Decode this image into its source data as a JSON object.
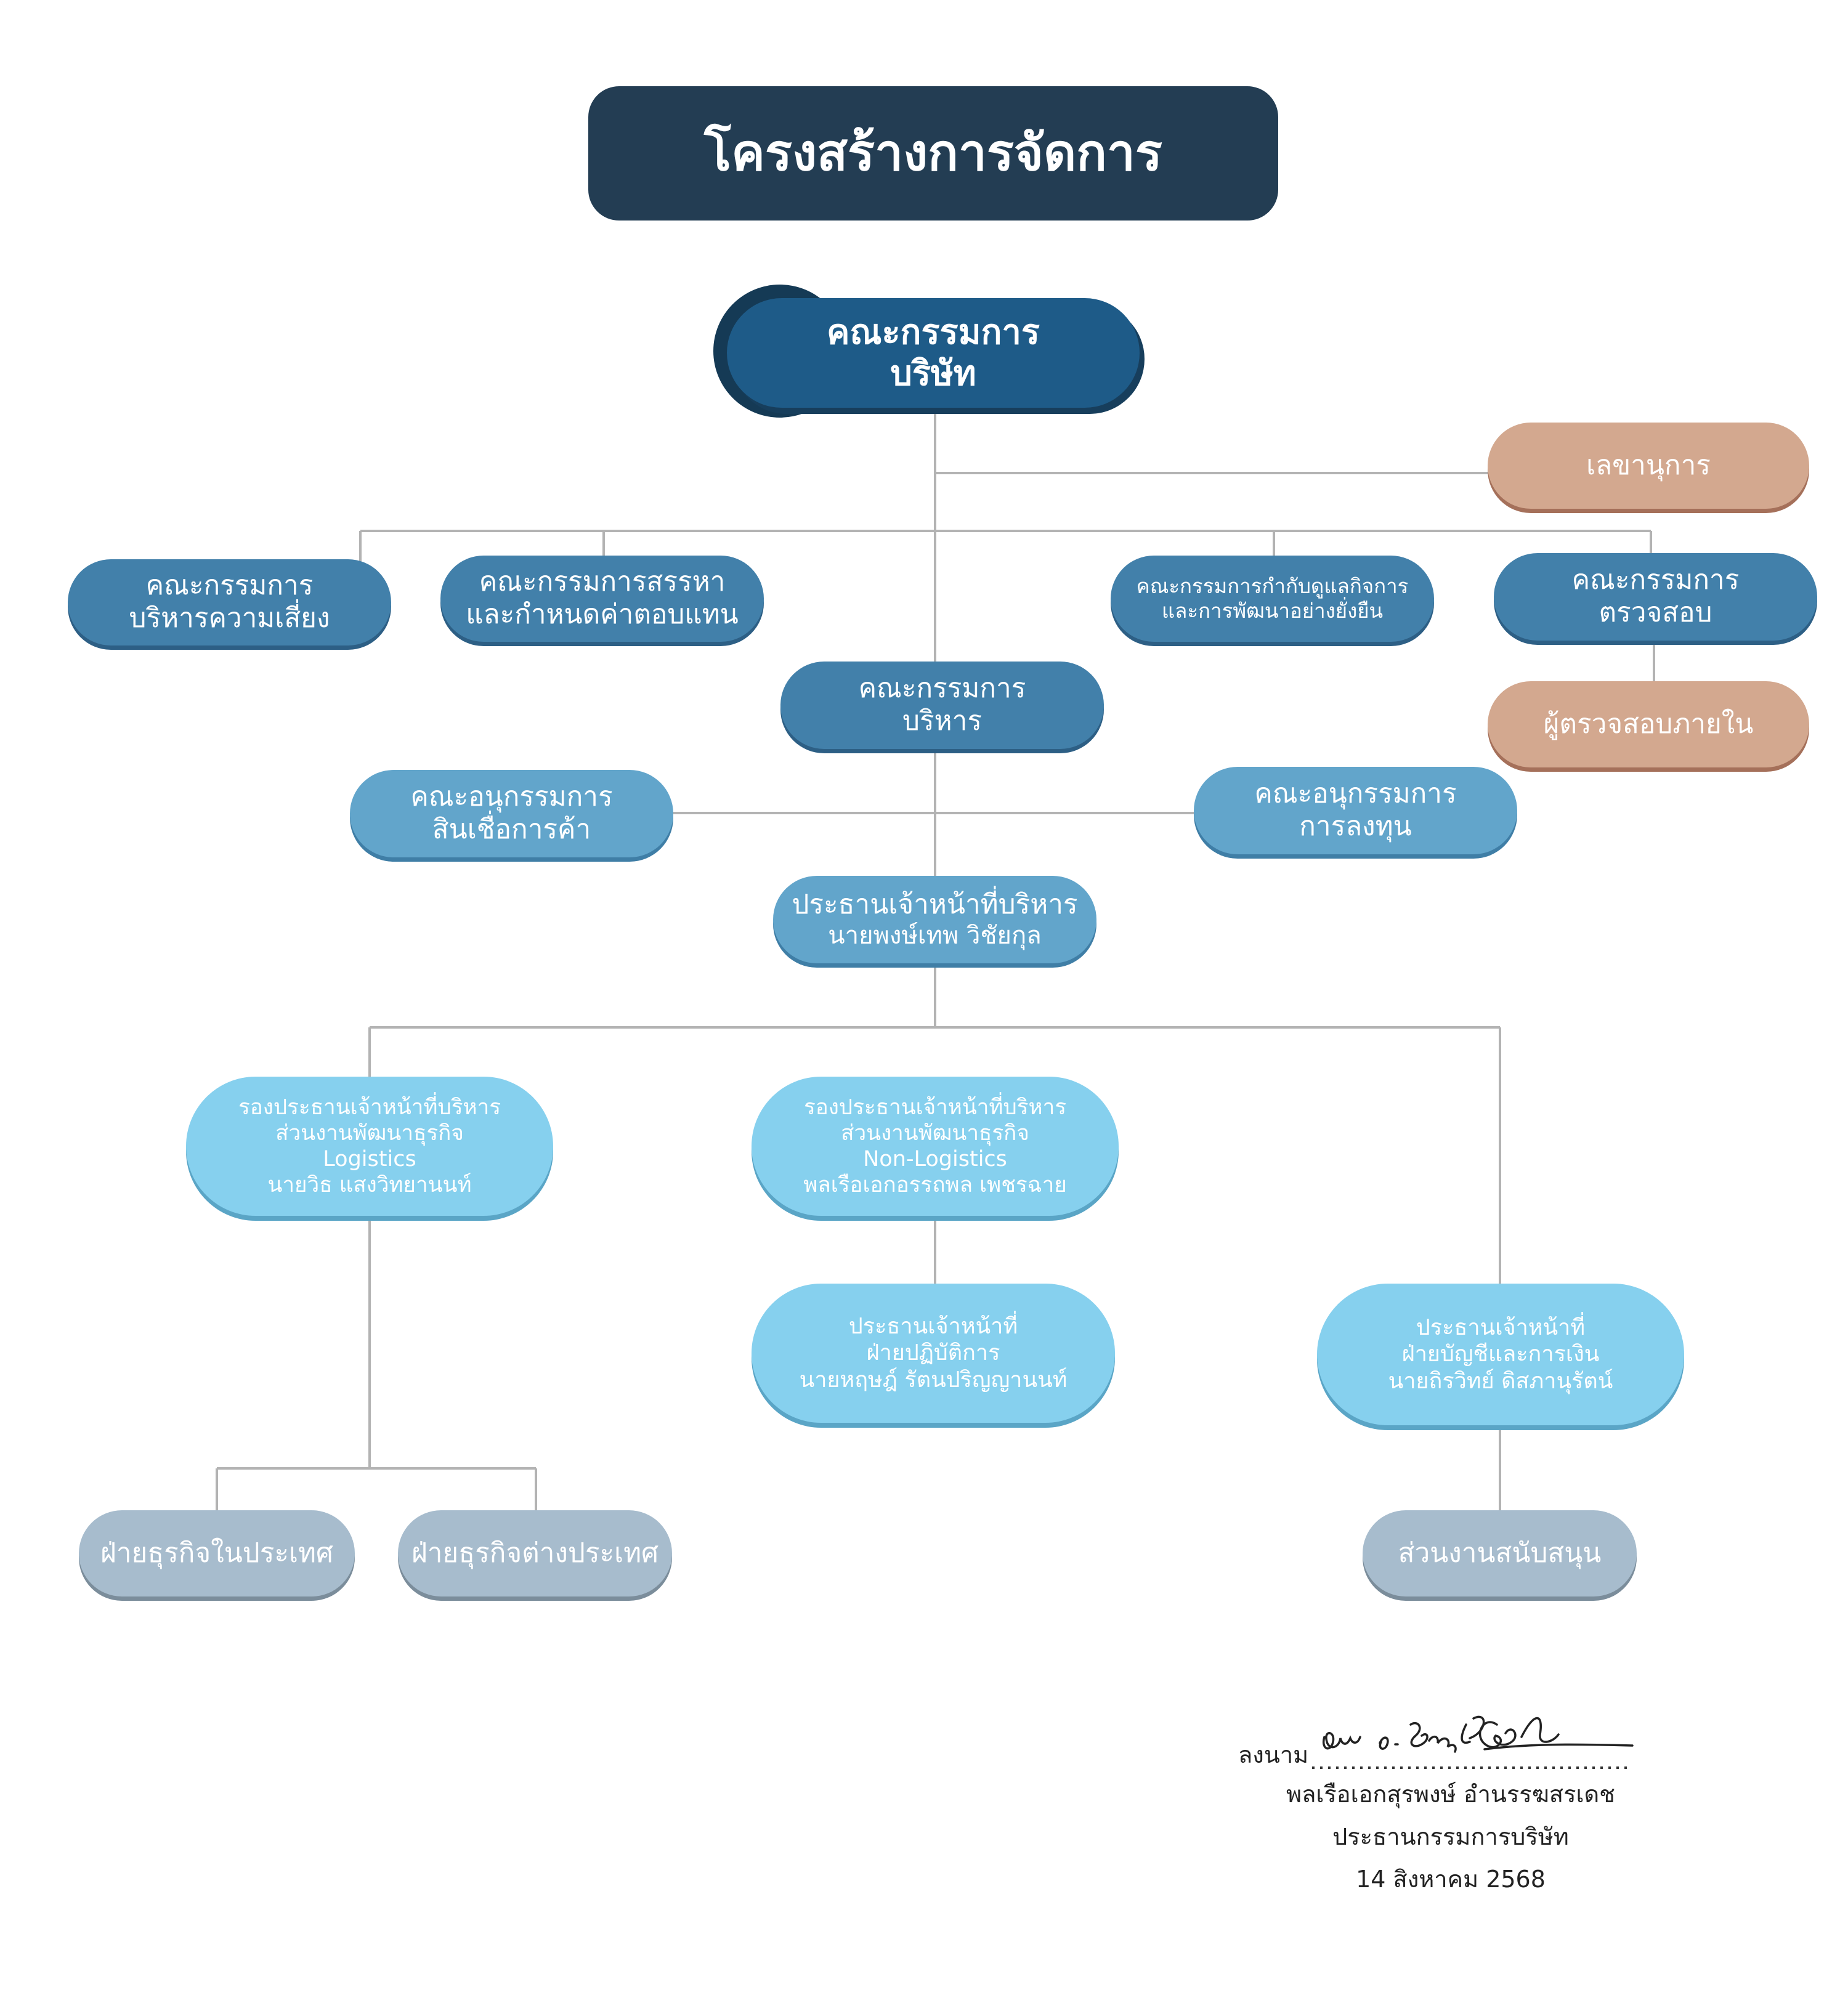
{
  "title": "โครงสร้างการจัดการ",
  "board": {
    "line1": "คณะกรรมการ",
    "line2": "บริษัท"
  },
  "secretary": "เลขานุการ",
  "risk_committee": {
    "line1": "คณะกรรมการ",
    "line2": "บริหารความเสี่ยง"
  },
  "nomination_committee": {
    "line1": "คณะกรรมการสรรหา",
    "line2": "และกำหนดค่าตอบแทน"
  },
  "governance_committee": {
    "line1": "คณะกรรมการกำกับดูแลกิจการ",
    "line2": "และการพัฒนาอย่างยั่งยืน"
  },
  "audit_committee": {
    "line1": "คณะกรรมการ",
    "line2": "ตรวจสอบ"
  },
  "internal_audit": "ผู้ตรวจสอบภายใน",
  "executive_committee": {
    "line1": "คณะกรรมการ",
    "line2": "บริหาร"
  },
  "credit_subcommittee": {
    "line1": "คณะอนุกรรมการ",
    "line2": "สินเชื่อการค้า"
  },
  "investment_subcommittee": {
    "line1": "คณะอนุกรรมการ",
    "line2": "การลงทุน"
  },
  "ceo": {
    "line1": "ประธานเจ้าหน้าที่บริหาร",
    "line2": "นายพงษ์เทพ วิชัยกุล"
  },
  "deputy_logistics": {
    "line1": "รองประธานเจ้าหน้าที่บริหาร",
    "line2": "ส่วนงานพัฒนาธุรกิจ",
    "line3": "Logistics",
    "line4": "นายวิธ แสงวิทยานนท์"
  },
  "deputy_non_logistics": {
    "line1": "รองประธานเจ้าหน้าที่บริหาร",
    "line2": "ส่วนงานพัฒนาธุรกิจ",
    "line3": "Non-Logistics",
    "line4": "พลเรือเอกอรรถพล เพชรฉาย"
  },
  "coo": {
    "line1": "ประธานเจ้าหน้าที่",
    "line2": "ฝ่ายปฏิบัติการ",
    "line3": "นายหฤษฎ์ รัตนปริญญานนท์"
  },
  "cfo": {
    "line1": "ประธานเจ้าหน้าที่",
    "line2": "ฝ่ายบัญชีและการเงิน",
    "line3": "นายถิรวิทย์ ดิสภานุรัตน์"
  },
  "domestic_business": "ฝ่ายธุรกิจในประเทศ",
  "international_business": "ฝ่ายธุรกิจต่างประเทศ",
  "support_unit": "ส่วนงานสนับสนุน",
  "signature": {
    "sign_label": "ลงนาม",
    "name": "พลเรือเอกสุรพงษ์ อำนรรฆสรเดช",
    "position": "ประธานกรรมการบริษัท",
    "date": "14 สิงหาคม 2568"
  },
  "colors": {
    "title_bg": "#233d53",
    "navy": "#1e5b88",
    "blue": "#4280aa",
    "mid_blue": "#62a5cb",
    "light_blue": "#86d0ee",
    "tan": "#d3a88f",
    "gray": "#a7bccd",
    "connector": "#b3b3b3"
  }
}
